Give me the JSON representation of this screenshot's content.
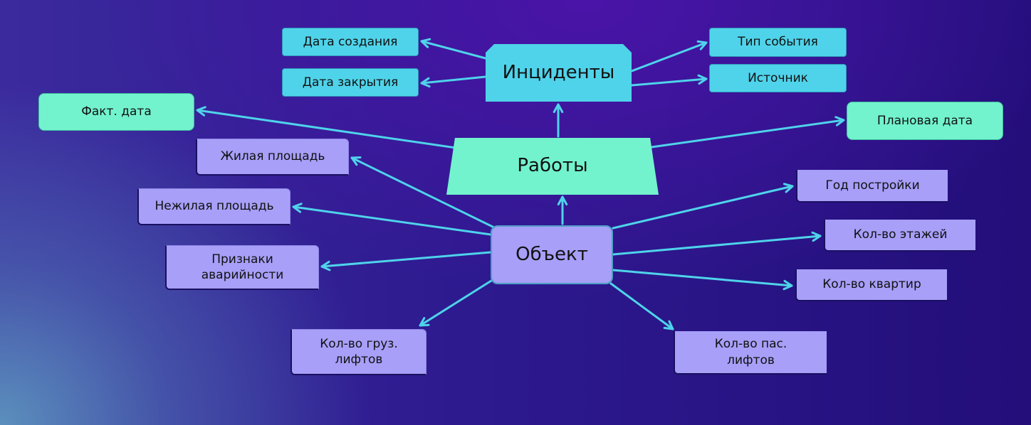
{
  "nodes": {
    "incidents": "Инциденты",
    "works": "Работы",
    "object": "Объект",
    "creation_date": "Дата создания",
    "closing_date": "Дата закрытия",
    "event_type": "Тип события",
    "source": "Источник",
    "actual_date": "Факт. дата",
    "planned_date": "Плановая дата",
    "living_area": "Жилая площадь",
    "non_living_area": "Нежилая площадь",
    "emergency_signs": "Признаки аварийности",
    "freight_lifts": "Кол-во груз. лифтов",
    "build_year": "Год постройки",
    "floors": "Кол-во этажей",
    "apartments": "Кол-во квартир",
    "passenger_lifts": "Кол-во пас. лифтов"
  },
  "colors": {
    "edge": "#4fd3ea",
    "incidents": "#4fd3ea",
    "works": "#72f3cd",
    "object": "#a79ff8"
  }
}
